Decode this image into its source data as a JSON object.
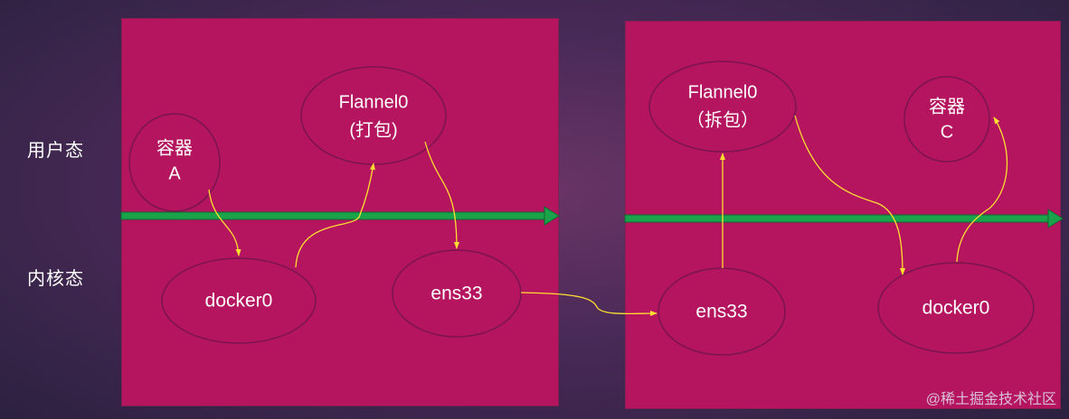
{
  "layers": {
    "user": "用户态",
    "kernel": "内核态"
  },
  "left_host": {
    "container": [
      "容器",
      "A"
    ],
    "flannel": [
      "Flannel0",
      "(打包)"
    ],
    "docker": "docker0",
    "ens": "ens33"
  },
  "right_host": {
    "flannel": [
      "Flannel0",
      "（拆包）"
    ],
    "container": [
      "容器",
      "C"
    ],
    "ens": "ens33",
    "docker": "docker0"
  },
  "watermark": "@稀土掘金技术社区",
  "colors": {
    "host_fill": "#b5145f",
    "boundary_arrow": "#1aa34a",
    "flow_arrow": "#ffe030",
    "node_stroke": "#7a1450"
  }
}
